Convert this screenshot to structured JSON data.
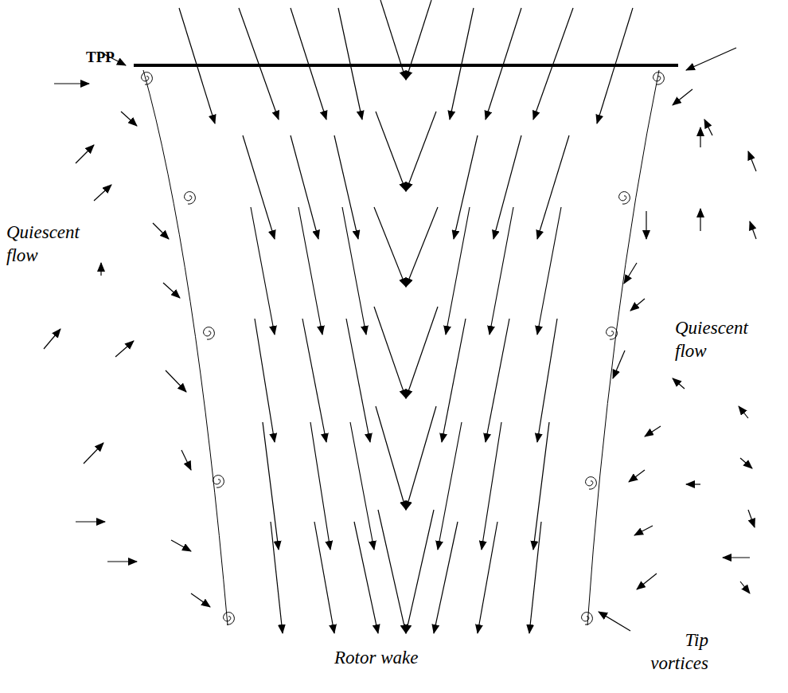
{
  "diagram": {
    "labels": [
      "TPP",
      "Quiescent flow",
      "Quiescent flow",
      "Rotor wake",
      "Tip vortices"
    ]
  }
}
